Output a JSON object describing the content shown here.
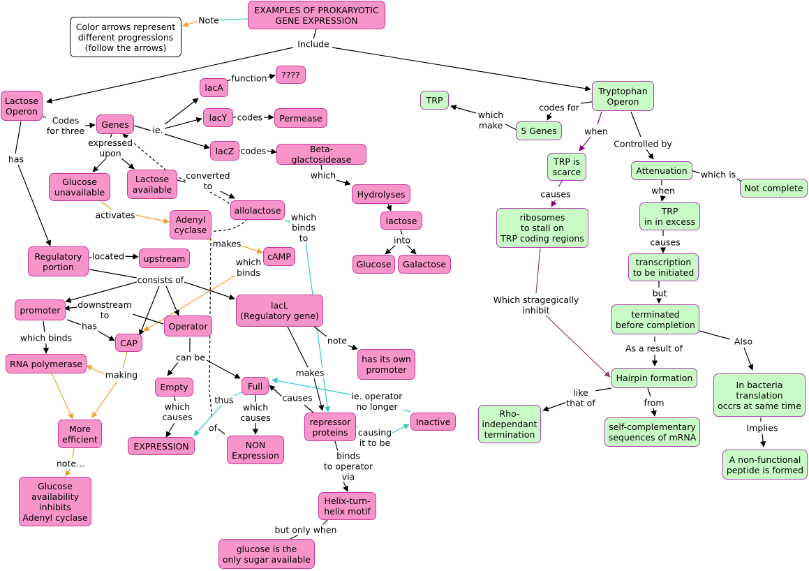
{
  "colors": {
    "pink_fill": "#f794c9",
    "pink_border": "#c8369a",
    "green_fill": "#c9fbc6",
    "green_border": "#b040b0",
    "orange": "#f0a030",
    "cyan": "#30c8c8",
    "purple": "#800080"
  },
  "nodes": {
    "title": "EXAMPLES OF PROKARYOTIC\nGENE EXPRESSION",
    "note_box": "Color arrows represent\ndifferent progressions\n(follow the arrows)",
    "lactose_operon": "Lactose\nOperon",
    "genes": "Genes",
    "laca": "lacA",
    "unknown": "????",
    "lacy": "lacY",
    "permease": "Permease",
    "lacz": "lacZ",
    "beta": "Beta-glactosidease",
    "hydrolyses": "Hydrolyses",
    "lactose": "lactose",
    "glucose": "Glucose",
    "galactose": "Galactose",
    "glucose_unavailable": "Glucose\nunavailable",
    "lactose_available": "Lactose\navailable",
    "allolactose": "allolactose",
    "adenyl_cyclase": "Adenyl\ncyclase",
    "camp": "cAMP",
    "regulatory_portion": "Regulatory\nportion",
    "upstream": "upstream",
    "promoter": "promoter",
    "cap": "CAP",
    "operator": "Operator",
    "lacl": "lacL\n(Regulatory gene)",
    "rna_polymerase": "RNA polymerase",
    "empty": "Empty",
    "full": "Full",
    "more_efficient": "More\nefficient",
    "expression": "EXPRESSION",
    "non_expression": "NON\nExpression",
    "repressor": "repressor\nproteins",
    "inactive": "Inactive",
    "own_promoter": "has its own\npromoter",
    "glucose_inhibits": "Glucose\navailability\ninhibits\nAdenyl cyclase",
    "hth": "Helix-turn-\nhelix motif",
    "glucose_only": "glucose is the\nonly sugar available",
    "trp": "TRP",
    "tryptophan_operon": "Tryptophan\nOperon",
    "five_genes": "5 Genes",
    "trp_scarce": "TRP is\nscarce",
    "attenuation": "Attenuation",
    "not_complete": "Not complete",
    "ribosomes": "ribosomes\nto stall on\nTRP coding regions",
    "trp_excess": "TRP\nin in excess",
    "transcription": "transcription\nto be initiated",
    "terminated": "terminated\nbefore completion",
    "hairpin": "Hairpin formation",
    "bacteria": "In bacteria\ntranslation\noccrs at same time",
    "rho": "Rho-\nindependant\ntermination",
    "selfcomp": "self-complementary\nsequences of mRNA",
    "nonfunctional": "A non-functional\npeptide is formed"
  },
  "labels": {
    "note": "Note",
    "include": "Include",
    "codes_for_three": "Codes\nfor three",
    "ie": "ie.",
    "function": "function",
    "codes_y": "codes",
    "codes_z": "codes",
    "expressed_upon": "expressed\nupon",
    "has_lac": "has",
    "converted_to": "converted\nto",
    "which_hyd": "which",
    "into": "into",
    "activates": "activates",
    "which_binds_to": "which\nbinds\nto",
    "makes_camp": "makes",
    "located": "located",
    "which_binds_camp": "which\nbinds",
    "consists_of": "consists of",
    "downstream_to": "downstream\nto",
    "has_cap": "has",
    "which_binds_rna": "which binds",
    "note_lacl": "note",
    "can_be": "can be",
    "making": "making",
    "makes_rep": "makes",
    "which_causes_empty": "which\ncauses",
    "thus": "thus",
    "which_causes_full": "which\ncauses",
    "causes_rep": "causes",
    "ie_operator": "ie. operator\nno longer",
    "of": "of",
    "causing": "causing\nit to be",
    "note_more": "note...",
    "binds_operator": "binds\nto operator\nvia",
    "but_only_when": "but only when",
    "which_make": "which\nmake",
    "codes_for": "codes for",
    "when_trp": "when",
    "controlled_by": "Controlled by",
    "which_is": "which is",
    "causes_trp": "causes",
    "when_att": "when",
    "causes_exc": "causes",
    "but": "but",
    "which_stragegically": "Which stragegically\ninhibit",
    "as_a_result": "As a result of",
    "also": "Also",
    "like_that_of": "like\nthat of",
    "from": "from",
    "implies": "Implies"
  }
}
